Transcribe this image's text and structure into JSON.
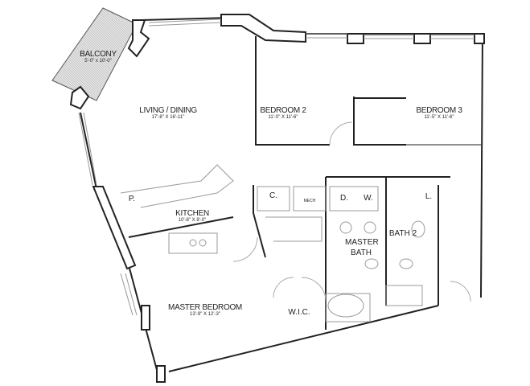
{
  "rooms": {
    "balcony": {
      "name": "BALCONY",
      "dims": "5'-0\" x 10'-0\""
    },
    "living": {
      "name": "LIVING / DINING",
      "dims": "17'-8\" X 16'-11\""
    },
    "bedroom2": {
      "name": "BEDROOM 2",
      "dims": "11'-0\" X 11'-6\""
    },
    "bedroom3": {
      "name": "BEDROOM 3",
      "dims": "11'-5\" X 11'-6\""
    },
    "kitchen": {
      "name": "KITCHEN",
      "dims": "10'-8\" X 8'-0\""
    },
    "master_bedroom": {
      "name": "MASTER BEDROOM",
      "dims": "13'-9\" X 12'-3\""
    },
    "master_bath": {
      "name": "MASTER BATH"
    },
    "bath2": {
      "name": "BATH 2"
    },
    "wic": {
      "name": "W.I.C."
    },
    "closet": {
      "name": "C."
    },
    "mech": {
      "name": "MECH"
    },
    "dryer": {
      "name": "D."
    },
    "washer": {
      "name": "W."
    },
    "linen": {
      "name": "L."
    },
    "pantry": {
      "name": "P."
    }
  },
  "colors": {
    "wall": "#222222",
    "fixture": "#999999",
    "balcony_fill": "#d8d8d8"
  }
}
